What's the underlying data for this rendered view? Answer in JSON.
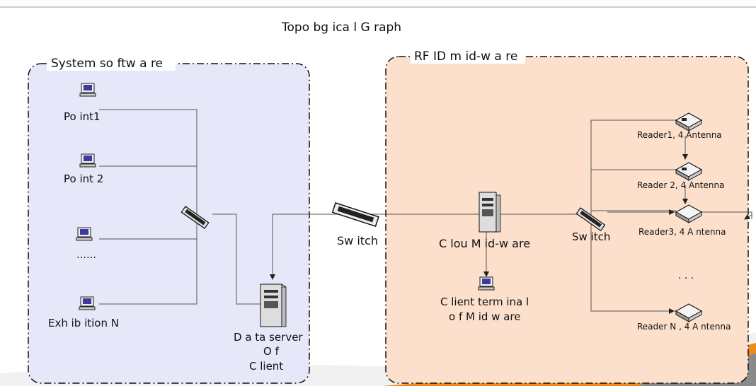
{
  "title": "Topo bg ica l G raph",
  "regions": {
    "system": {
      "label": "System  so ftw a re",
      "fill": "#e6e8fa"
    },
    "rfid": {
      "label": "RF ID  m  id-w a re",
      "fill": "#fde0cc"
    }
  },
  "labels": {
    "point1": "Po int1",
    "point2": "Po int 2",
    "dots": "……",
    "exhibition": "Exh ib ition  N",
    "data_server": [
      "D a ta  server",
      "O f",
      "C lient"
    ],
    "switch_main": "Sw itch",
    "middleware": "C lou M id-w are",
    "client_terminal": [
      "C lient term  ina l",
      "o f M  id w are"
    ],
    "switch_rfid": "Sw itch",
    "reader1": "Reader1, 4  Antenna",
    "reader2": "Reader 2, 4  Antenna",
    "reader3": "Reader3, 4  A ntenna",
    "reader_dots": "· · ·",
    "readerN": "Reader N , 4  A ntenna"
  },
  "colors": {
    "line": "#555555",
    "accent_orange": "#f08a1c",
    "accent_gray": "#8a8a8a"
  }
}
